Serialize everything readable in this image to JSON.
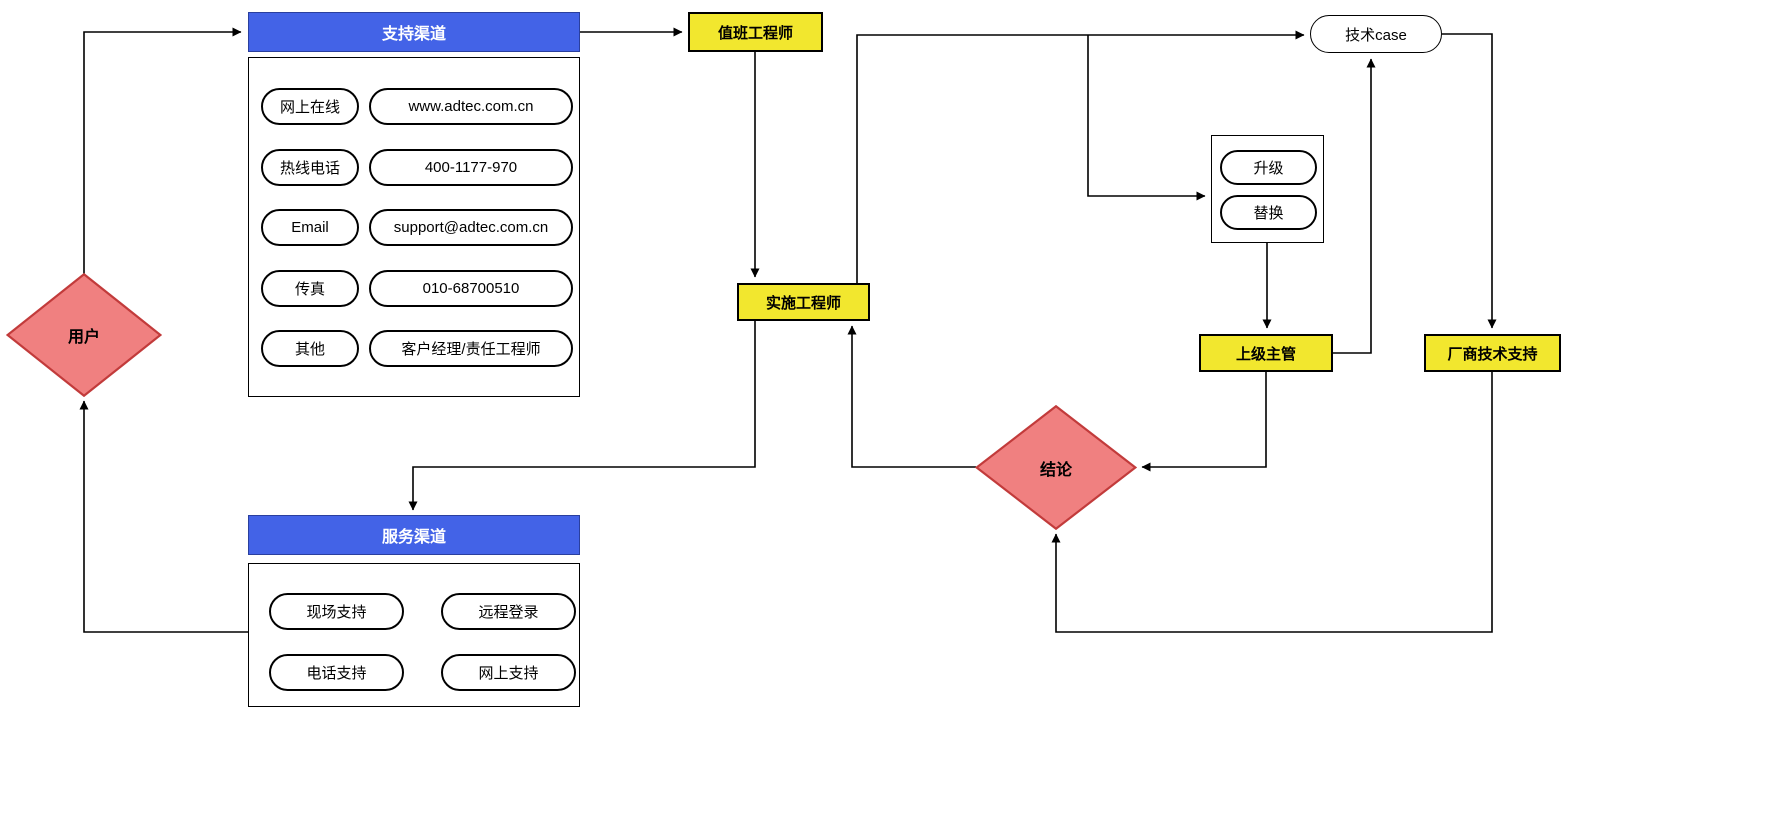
{
  "colors": {
    "header_blue": "#4363e7",
    "node_yellow": "#f2e72e",
    "diamond_fill": "#f08080",
    "diamond_border": "#c23b3b",
    "line_black": "#000000"
  },
  "nodes": {
    "user": {
      "label": "用户"
    },
    "support_channels": {
      "title": "支持渠道",
      "rows": [
        {
          "type": "网上在线",
          "value": "www.adtec.com.cn"
        },
        {
          "type": "热线电话",
          "value": "400-1177-970"
        },
        {
          "type": "Email",
          "value": "support@adtec.com.cn"
        },
        {
          "type": "传真",
          "value": "010-68700510"
        },
        {
          "type": "其他",
          "value": "客户经理/责任工程师"
        }
      ]
    },
    "duty_engineer": {
      "label": "值班工程师"
    },
    "implementation_engineer": {
      "label": "实施工程师"
    },
    "tech_case": {
      "label": "技术case"
    },
    "escalation": {
      "options": [
        "升级",
        "替换"
      ]
    },
    "supervisor": {
      "label": "上级主管"
    },
    "vendor_support": {
      "label": "厂商技术支持"
    },
    "conclusion": {
      "label": "结论"
    },
    "service_channels": {
      "title": "服务渠道",
      "items": [
        "现场支持",
        "远程登录",
        "电话支持",
        "网上支持"
      ]
    }
  }
}
